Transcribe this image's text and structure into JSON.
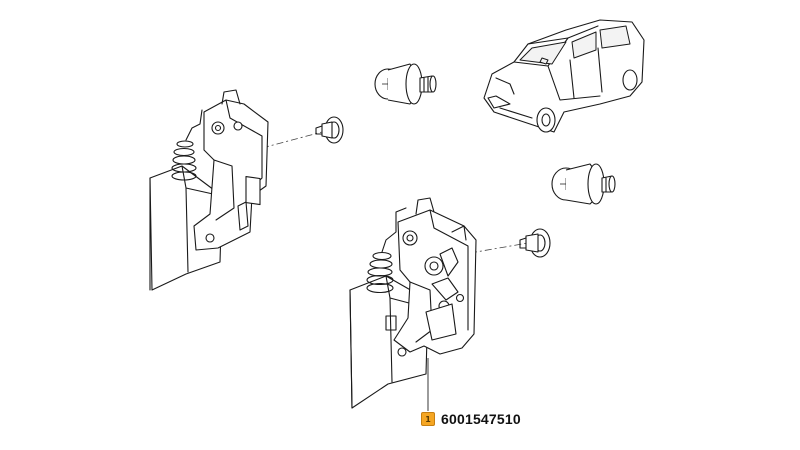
{
  "callout": {
    "badge": "1",
    "part_number": "6001547510",
    "badge_color": "#f5a623"
  },
  "parts": [
    "lock-actuator-left",
    "lock-actuator-right",
    "mounting-screw",
    "car-overview"
  ]
}
